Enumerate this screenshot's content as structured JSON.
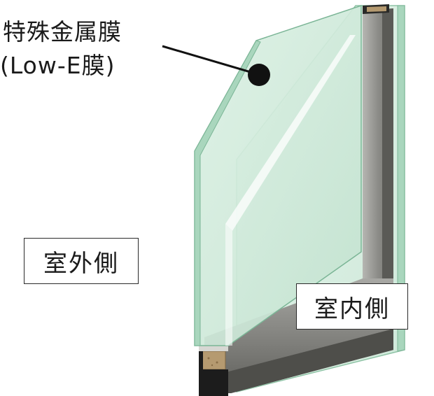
{
  "labels": {
    "film_line1": "特殊金属膜",
    "film_line2": "(Low-E膜)",
    "outdoor": "室外側",
    "indoor": "室内側"
  },
  "colors": {
    "glass_face": "#d4ede0",
    "glass_edge": "#a9d6bd",
    "glass_outline": "#7bb596",
    "spacer": "#9a9a96",
    "spacer_dark": "#5d5d5a",
    "sealant": "#1c1c1c",
    "desiccant": "#b59a70",
    "film_dot": "#111111"
  }
}
